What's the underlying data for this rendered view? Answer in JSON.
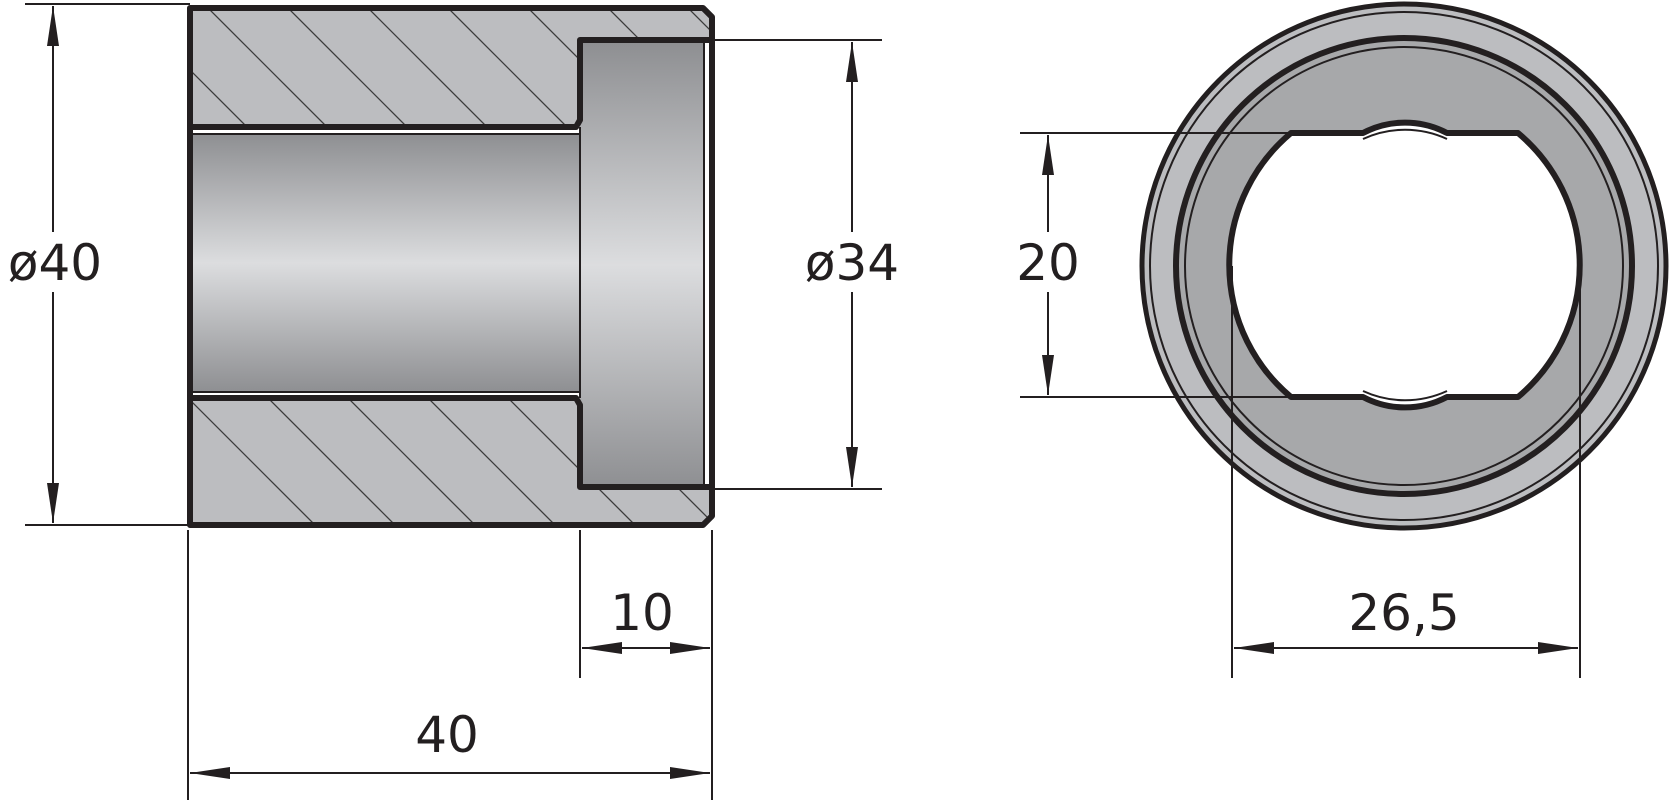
{
  "dimensions": {
    "outer_diameter": "ø40",
    "counterbore_diameter": "ø34",
    "length": "40",
    "counterbore_depth": "10",
    "flat_width": "20",
    "bore_diameter": "26,5"
  },
  "colors": {
    "line": "#231f20",
    "section_fill": "#bcbdc0",
    "face_fill": "#a7a8aa",
    "bore_dark": "#8e8f92",
    "bore_light": "#dcdddf"
  }
}
